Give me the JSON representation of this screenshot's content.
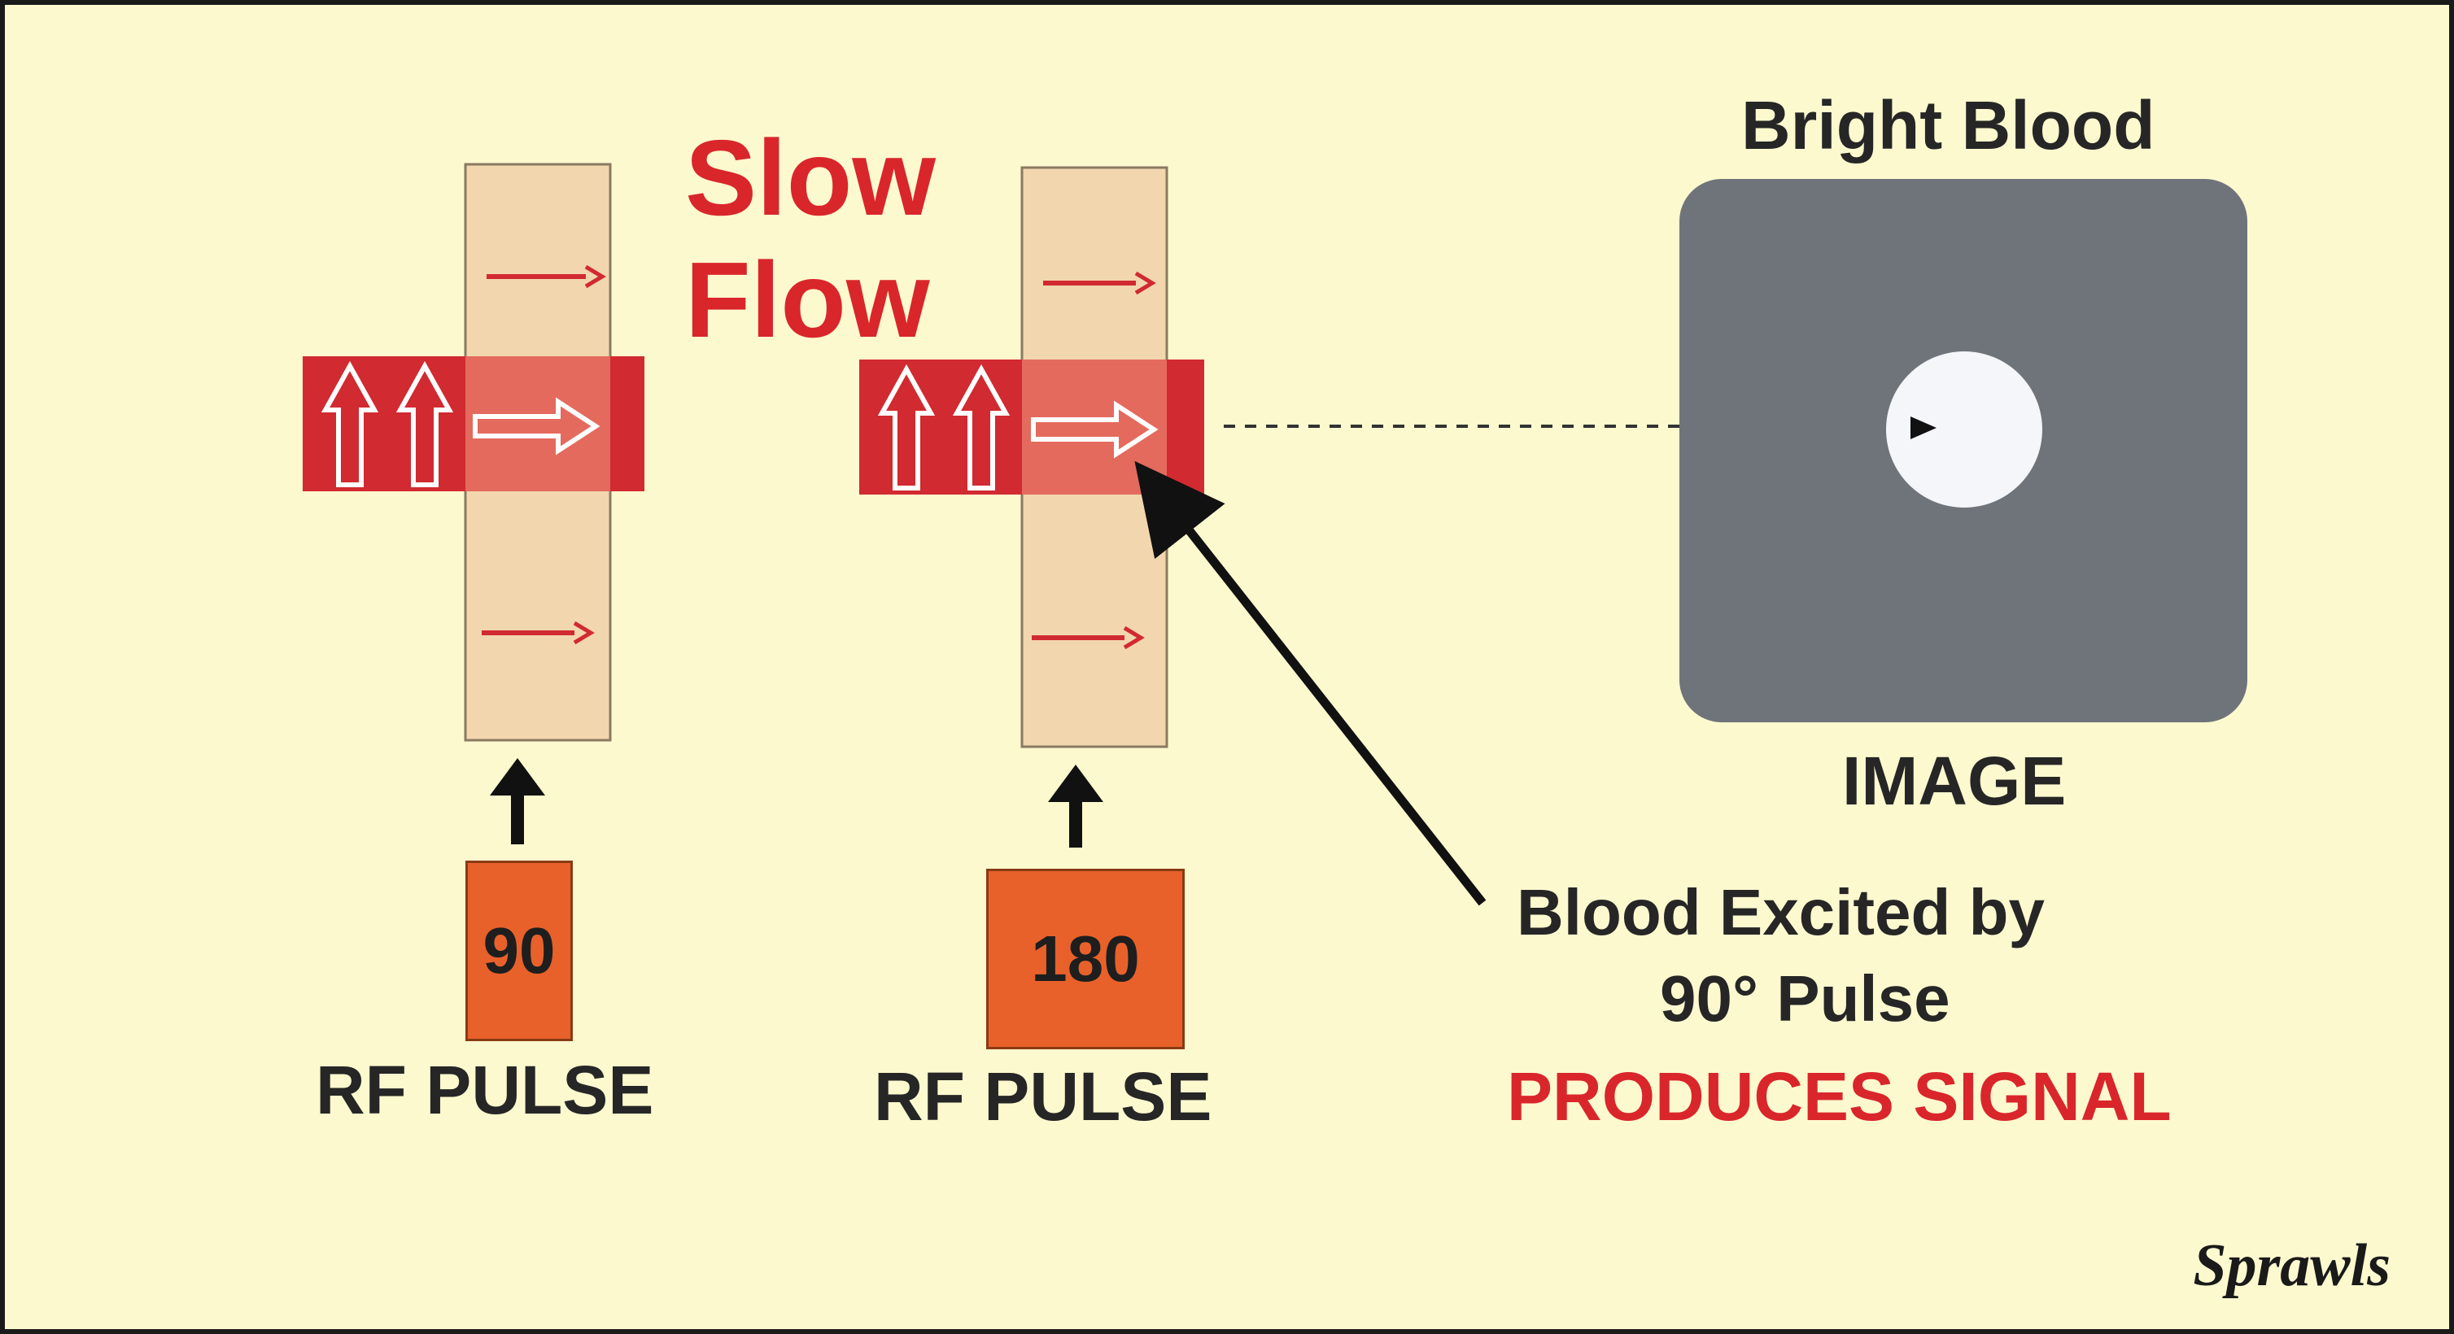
{
  "diagram": {
    "flow_label_line1": "Slow",
    "flow_label_line2": "Flow",
    "left_panel": {
      "pulse_value": "90",
      "pulse_caption": "RF PULSE"
    },
    "middle_panel": {
      "pulse_value": "180",
      "pulse_caption": "RF PULSE"
    },
    "image_panel": {
      "title": "Bright Blood",
      "caption": "IMAGE"
    },
    "annotation": {
      "line1": "Blood Excited by",
      "line2": "90° Pulse",
      "result": "PRODUCES SIGNAL"
    },
    "signature": "Sprawls"
  },
  "colors": {
    "background": "#fdf9cf",
    "vessel": "#f2d6ae",
    "slice_band": "#d12a30",
    "pulse_box": "#e8612a",
    "accent_text": "#d9262b",
    "image_gray": "#6f747b",
    "bright_spot": "#f4f6fa"
  },
  "icons": [
    "flow-arrow-icon",
    "spin-up-arrow-icon",
    "pointer-arrow-icon",
    "up-arrow-icon"
  ]
}
